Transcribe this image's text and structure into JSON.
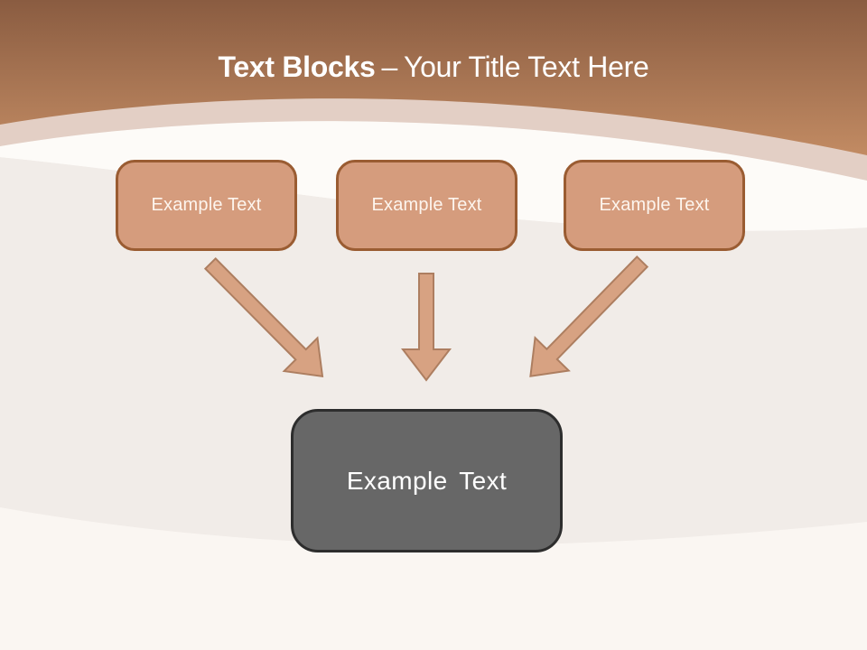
{
  "slide": {
    "title": {
      "bold": "Text Blocks",
      "dash": "–",
      "regular": "Your Title Text Here"
    },
    "blocks": [
      {
        "label": "Example Text"
      },
      {
        "label": "Example Text"
      },
      {
        "label": "Example Text"
      }
    ],
    "result_block": {
      "label": "Example Text"
    },
    "colors": {
      "header_gradient_top": "#8a5c41",
      "header_gradient_bottom": "#c28b63",
      "band_arc": "#e3cfc5",
      "swoosh_white": "#fdfbf8",
      "background": "#f1ece8",
      "background_lower": "#faf6f2",
      "block_fill": "#d59c7d",
      "block_border": "#9a5c32",
      "block_text": "#fdf5ee",
      "arrow_fill": "#d7a282",
      "arrow_outline": "#ad7e60",
      "result_fill": "#676767",
      "result_border": "#2d2d2d",
      "title_text": "#ffffff"
    }
  }
}
